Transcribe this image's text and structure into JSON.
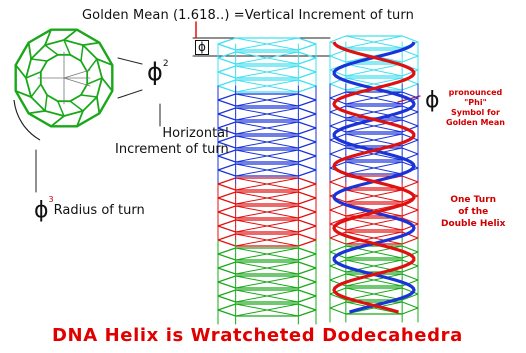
{
  "labels": {
    "top_caption": "Golden Mean (1.618..) =Vertical Increment of turn",
    "phi_symbol": "ϕ",
    "phi_squared_exponent": "2",
    "phi_cubed_exponent": "3",
    "horizontal_line1": "Horizontal",
    "horizontal_line2": "Increment of turn",
    "radius_text": "Radius of turn",
    "pronounced_line1": "pronounced",
    "pronounced_line2": "\"Phi\"",
    "pronounced_line3": "Symbol for",
    "pronounced_line4": "Golden Mean",
    "one_turn_line1": "One Turn",
    "one_turn_line2": "of the",
    "one_turn_line3": "Double Helix",
    "title": "DNA Helix is Wratcheted Dodecahedra"
  },
  "colors": {
    "green": "#1aa81a",
    "blue": "#1a33d9",
    "red": "#e01010",
    "cyan": "#40e0f0",
    "title_red": "#e00000"
  }
}
